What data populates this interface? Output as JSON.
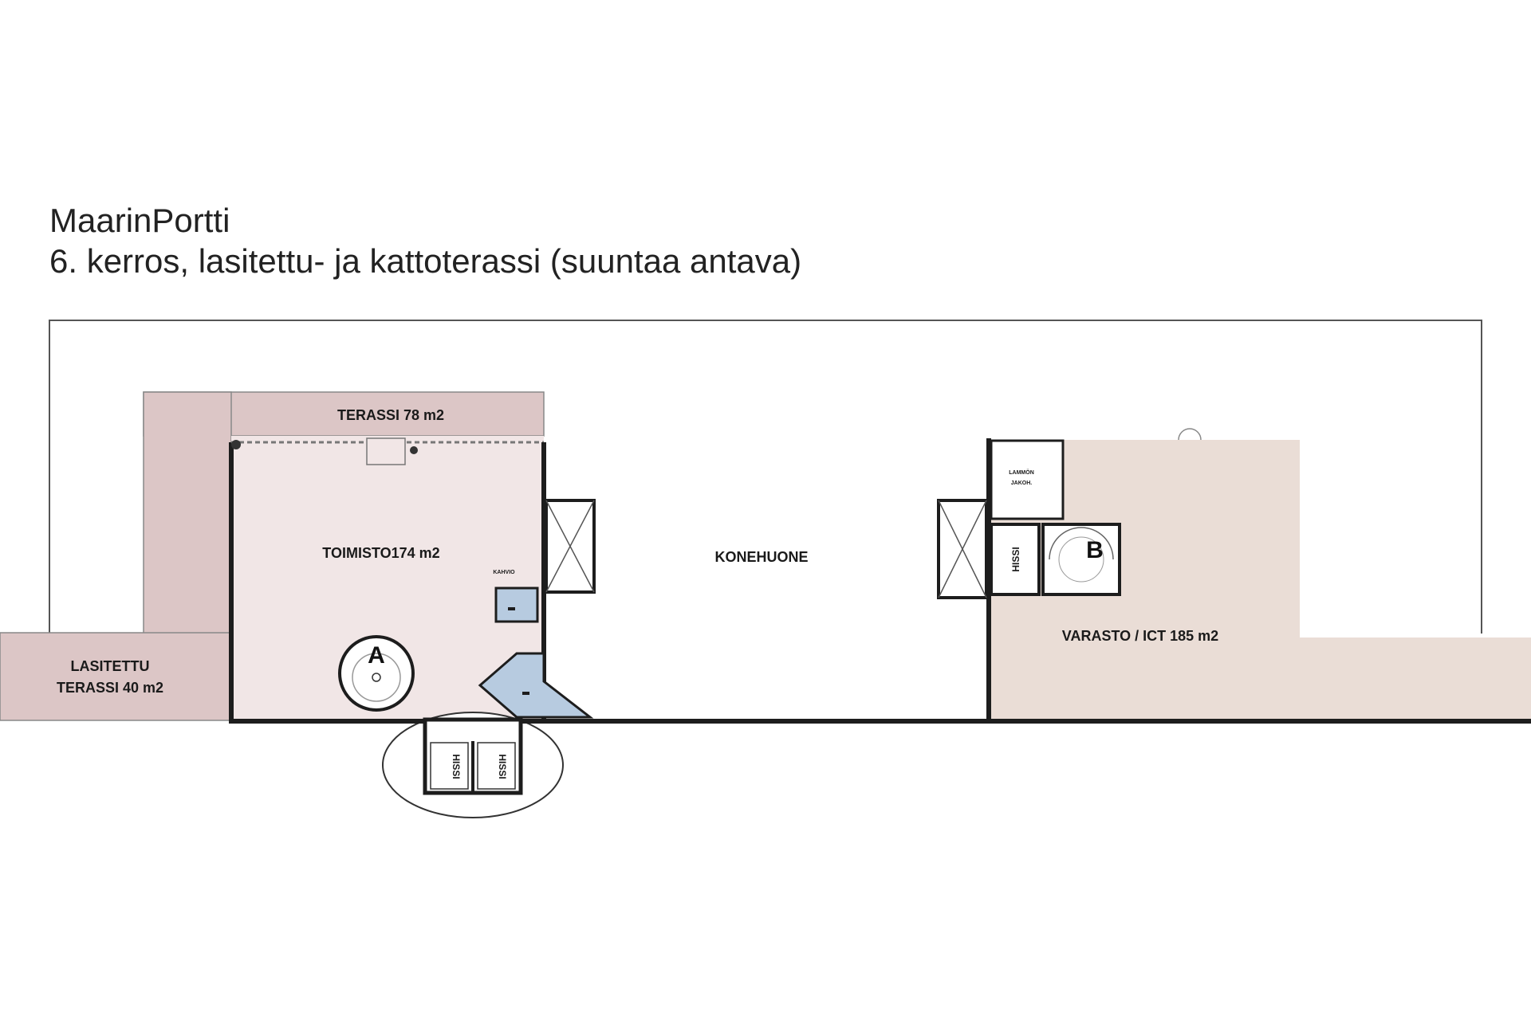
{
  "header": {
    "title": "MaarinPortti",
    "subtitle": "6. kerros, lasitettu- ja kattoterassi (suuntaa antava)"
  },
  "rooms": {
    "terassi": "TERASSI 78 m2",
    "toimisto": "TOIMISTO174 m2",
    "lasitettu_line1": "LASITETTU",
    "lasitettu_line2": "TERASSI 40 m2",
    "konehuone": "KONEHUONE",
    "varasto": "VARASTO / ICT 185 m2",
    "hissi": "HISSI",
    "kahvio": "KAHVIO",
    "lvi_line1": "LAMMÖN",
    "lvi_line2": "JAKOH."
  },
  "stairs": {
    "a": "A",
    "b": "B"
  },
  "colors": {
    "terrace": "#dcc6c6",
    "office": "#f1e6e6",
    "storage": "#eaddd6",
    "wc": "#b7cbe0",
    "wall": "#1d1d1d"
  }
}
